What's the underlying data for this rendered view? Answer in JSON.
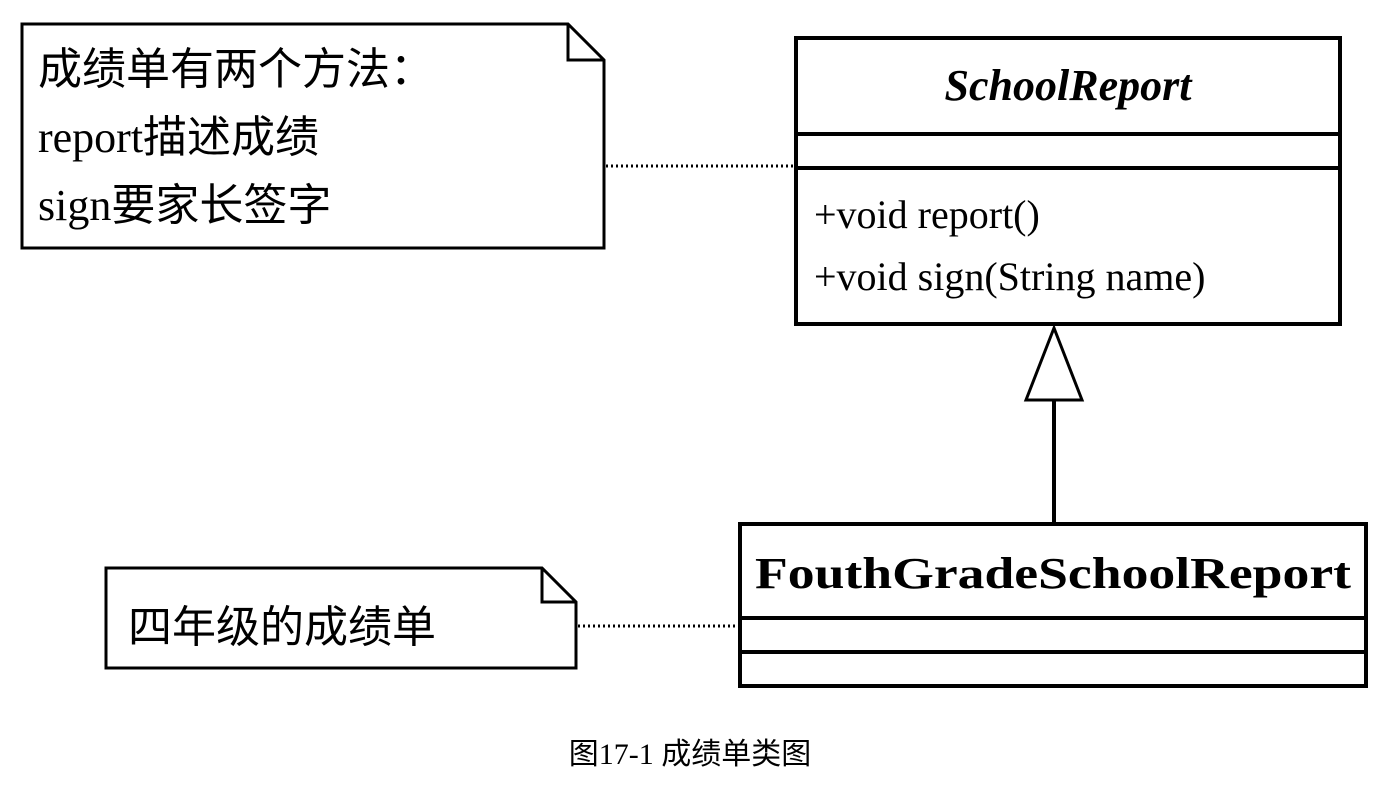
{
  "note_top": {
    "lines": [
      "成绩单有两个方法：",
      "report描述成绩",
      "sign要家长签字"
    ]
  },
  "note_bottom": {
    "lines": [
      "四年级的成绩单"
    ]
  },
  "class_school_report": {
    "name": "SchoolReport",
    "methods": [
      "+void report()",
      "+void sign(String name)"
    ]
  },
  "class_fourth_grade": {
    "name": "FouthGradeSchoolReport"
  },
  "caption": "图17-1 成绩单类图"
}
